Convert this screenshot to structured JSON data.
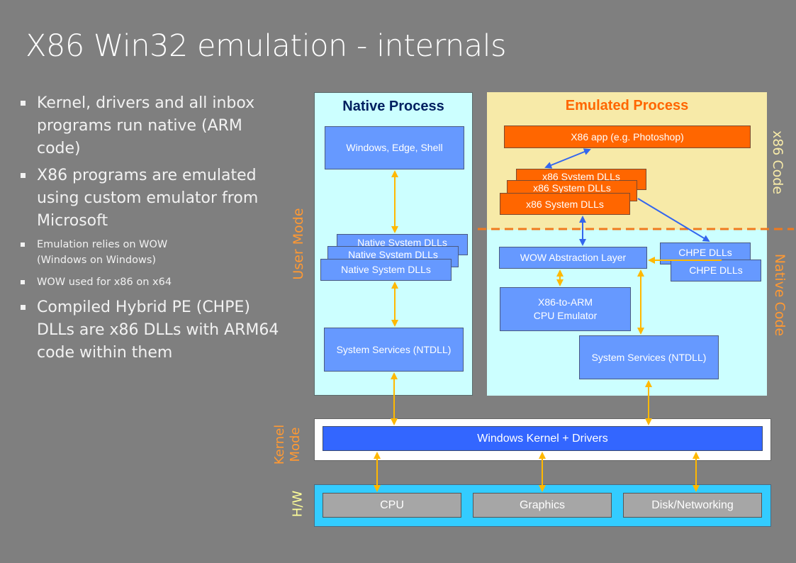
{
  "slide": {
    "title": "X86 Win32 emulation - internals"
  },
  "bullets": [
    {
      "level": "big",
      "text": "Kernel, drivers and all inbox programs run native (ARM code)"
    },
    {
      "level": "big",
      "text": "X86 programs are emulated using custom emulator from Microsoft"
    },
    {
      "level": "small",
      "text": "Emulation relies on WOW (Windows on Windows)"
    },
    {
      "level": "small",
      "text": "WOW used for x86 on x64"
    },
    {
      "level": "big",
      "text": "Compiled Hybrid PE (CHPE) DLLs are x86 DLLs with ARM64 code within them"
    }
  ],
  "diagram": {
    "side_labels": {
      "user_mode": "User Mode",
      "kernel_mode_line1": "Kernel",
      "kernel_mode_line2": "Mode",
      "hardware": "H/W",
      "x86_code": "x86 Code",
      "native_code": "Native Code"
    },
    "native_process": {
      "title": "Native Process",
      "apps": "Windows, Edge, Shell",
      "system_dlls": "Native System DLLs",
      "system_services": "System Services (NTDLL)"
    },
    "emulated_process": {
      "title": "Emulated Process",
      "x86_app": "X86 app (e.g. Photoshop)",
      "x86_system_dlls": "x86 System DLLs",
      "wow_layer": "WOW Abstraction Layer",
      "chpe_dlls": "CHPE DLLs",
      "cpu_emulator_line1": "X86-to-ARM",
      "cpu_emulator_line2": "CPU Emulator",
      "system_services": "System Services (NTDLL)"
    },
    "kernel": {
      "label": "Windows Kernel + Drivers"
    },
    "hardware": {
      "items": [
        "CPU",
        "Graphics",
        "Disk/Networking"
      ]
    },
    "colors": {
      "background": "#7f7f7f",
      "native_panel": "#ccffff",
      "x86_panel": "#f7eaa8",
      "blue_box": "#6699ff",
      "orange_box": "#ff6600",
      "kernel_bar": "#3366ff",
      "hw_frame": "#33ccff",
      "hw_box": "#a6a6a6",
      "accent_orange": "#ff9933",
      "arrow_yellow": "#ffb800",
      "arrow_blue": "#3366ee",
      "hw_label": "#ffff99",
      "x86_code_label": "#f7eaa8",
      "native_title": "#002060",
      "emulated_title": "#ff6600"
    }
  }
}
